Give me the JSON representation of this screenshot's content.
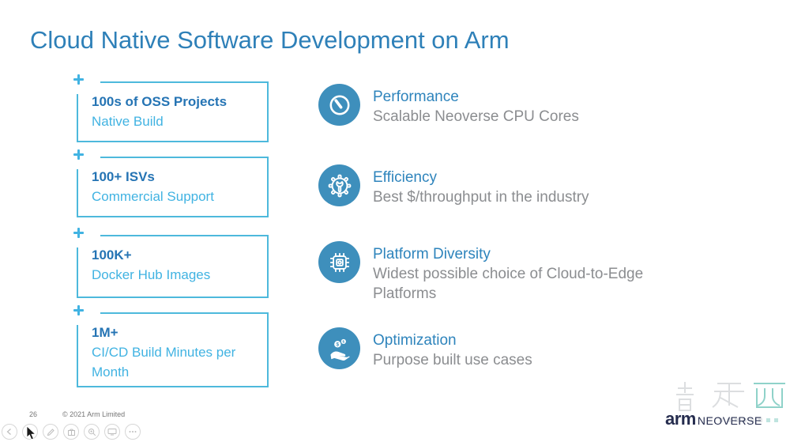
{
  "slide": {
    "title": "Cloud Native Software Development on Arm",
    "stats": [
      {
        "value": "100s of OSS Projects",
        "label": "Native Build"
      },
      {
        "value": "100+ ISVs",
        "label": "Commercial Support"
      },
      {
        "value": "100K+",
        "label": "Docker Hub Images"
      },
      {
        "value": "1M+",
        "label": "CI/CD Build Minutes per Month"
      }
    ],
    "features": [
      {
        "icon": "speedometer-icon",
        "title": "Performance",
        "description": "Scalable Neoverse CPU Cores"
      },
      {
        "icon": "gear-wrench-icon",
        "title": "Efficiency",
        "description": "Best $/throughput in the industry"
      },
      {
        "icon": "cpu-chip-icon",
        "title": "Platform Diversity",
        "description": "Widest possible choice of Cloud-to-Edge Platforms"
      },
      {
        "icon": "hand-coins-icon",
        "title": "Optimization",
        "description": "Purpose built use cases"
      }
    ]
  },
  "footer": {
    "page_number": "26",
    "copyright": "© 2021 Arm Limited",
    "logo": {
      "brand": "arm",
      "product": "NEOVERSE"
    }
  },
  "toolbar": {
    "icons": [
      "previous-arrow",
      "cursor-select",
      "pen",
      "stamp",
      "zoom-magnifier",
      "whiteboard",
      "more-options"
    ]
  },
  "watermark": {
    "text": "智东西"
  },
  "colors": {
    "accent_blue": "#2e80b8",
    "teal_border": "#4db9dc",
    "stat_value_blue": "#2574b4",
    "stat_label_blue": "#41b3e2",
    "icon_circle_blue": "#3e8fbc",
    "feature_title_blue": "#2e84bc",
    "feature_desc_gray": "#8b8d90",
    "footer_gray": "#767676",
    "arm_navy": "#252c4e"
  }
}
